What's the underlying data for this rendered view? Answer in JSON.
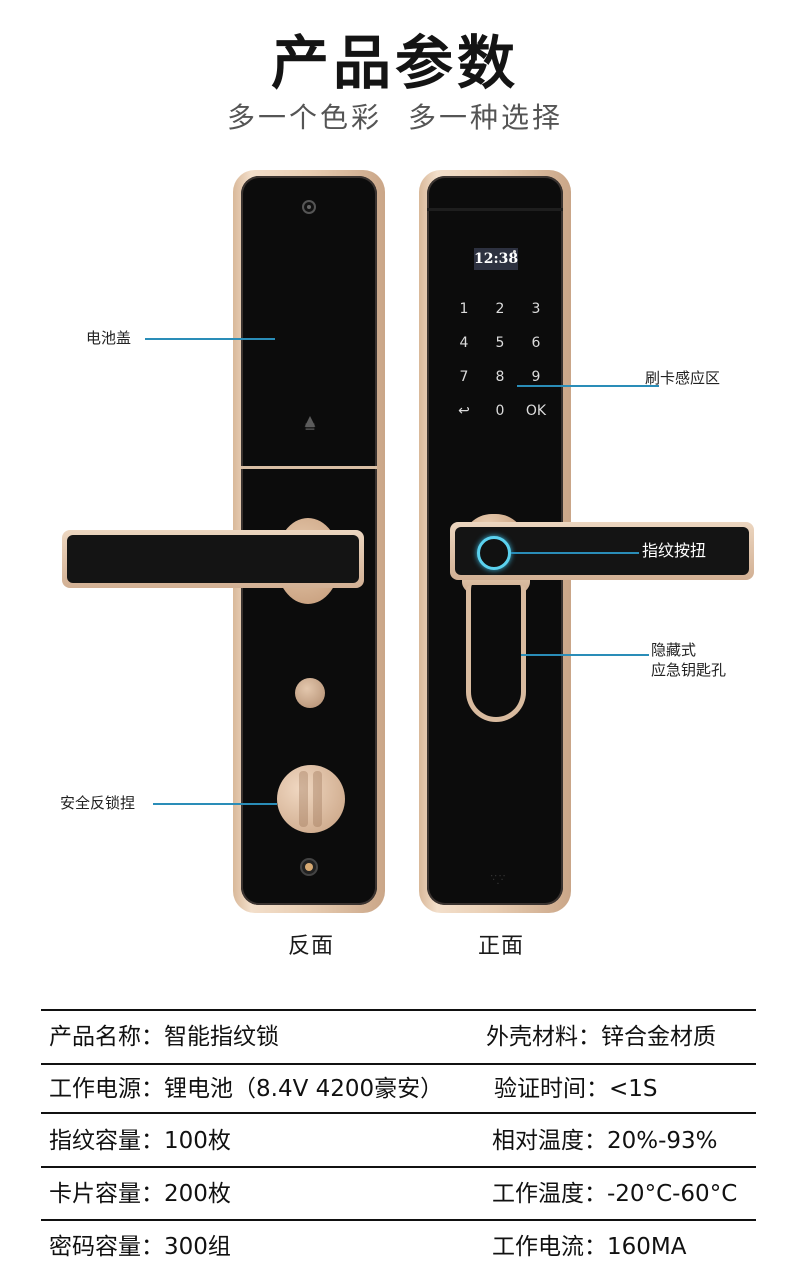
{
  "header": {
    "title": "产品参数",
    "subtitle": "多一个色彩  多一种选择"
  },
  "product_views": {
    "back": {
      "label": "反面",
      "callouts": [
        {
          "id": "battery-cover",
          "text": "电池盖"
        },
        {
          "id": "safety-thumbturn",
          "text": "安全反锁捏"
        }
      ]
    },
    "front": {
      "label": "正面",
      "display_time": "12:38",
      "keypad": [
        "1",
        "2",
        "3",
        "4",
        "5",
        "6",
        "7",
        "8",
        "9",
        "↩",
        "0",
        "OK"
      ],
      "callouts": [
        {
          "id": "card-reader-area",
          "text": "刷卡感应区"
        },
        {
          "id": "fingerprint-button",
          "text": "指纹按扭"
        },
        {
          "id": "hidden-keyhole",
          "line1": "隐藏式",
          "line2": "应急钥匙孔"
        }
      ]
    }
  },
  "specs": {
    "rows": [
      {
        "left": {
          "label": "产品名称：",
          "value": "智能指纹锁"
        },
        "right": {
          "label": "外壳材料：",
          "value": "锌合金材质"
        }
      },
      {
        "left": {
          "label": "工作电源：",
          "value": "锂电池（8.4V 4200豪安）"
        },
        "right": {
          "label": "验证时间：",
          "value": "<1S"
        }
      },
      {
        "left": {
          "label": "指纹容量：",
          "value": "100枚"
        },
        "right": {
          "label": "相对温度：",
          "value": "20%-93%"
        }
      },
      {
        "left": {
          "label": "卡片容量：",
          "value": "200枚"
        },
        "right": {
          "label": "工作温度：",
          "value": "-20°C-60°C"
        }
      },
      {
        "left": {
          "label": "密码容量：",
          "value": "300组"
        },
        "right": {
          "label": "工作电流：",
          "value": "160MA"
        }
      }
    ]
  },
  "colors": {
    "callout_line": "#2a8db8",
    "lock_frame": "#e8cdb2",
    "lock_face": "#0c0c0c",
    "fingerprint_ring": "#5bd1ee"
  }
}
